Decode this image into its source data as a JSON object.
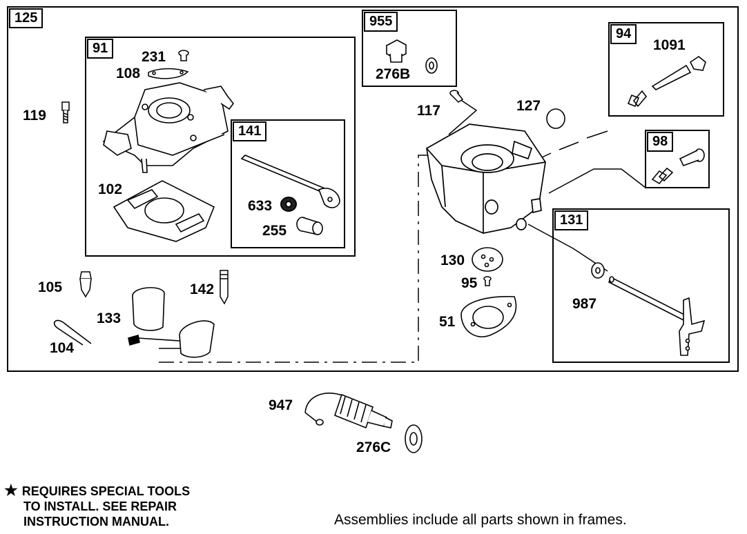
{
  "frames": {
    "main": "125",
    "f91": "91",
    "f141": "141",
    "f955": "955",
    "f94": "94",
    "f98": "98",
    "f131": "131"
  },
  "callouts": {
    "c231": "231",
    "c108": "108",
    "c119": "119",
    "c102": "102",
    "c633": "633",
    "c255": "255",
    "c276b": "276B",
    "c1091": "1091",
    "c117": "117",
    "c127": "127",
    "c130": "130",
    "c95": "95",
    "c51": "51",
    "c987": "987",
    "c105": "105",
    "c142": "142",
    "c133": "133",
    "c104": "104",
    "c947": "947",
    "c276c": "276C"
  },
  "note": {
    "star": "★",
    "line1": "REQUIRES SPECIAL TOOLS",
    "line2": "TO INSTALL.  SEE REPAIR",
    "line3": "INSTRUCTION MANUAL."
  },
  "footer": "Assemblies include all parts shown in frames."
}
